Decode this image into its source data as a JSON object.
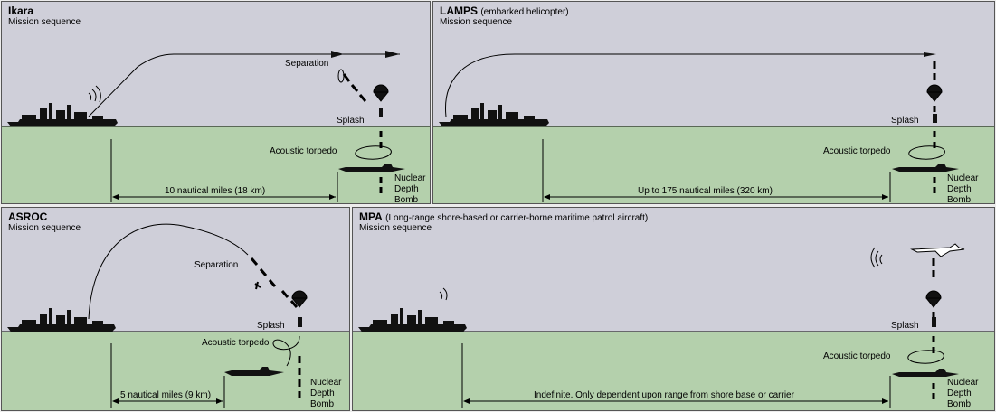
{
  "panels": {
    "ikara": {
      "title": "Ikara",
      "subtitle": "",
      "sequence": "Mission sequence",
      "separation": "Separation",
      "splash": "Splash",
      "torpedo": "Acoustic torpedo",
      "bomb": [
        "Nuclear",
        "Depth",
        "Bomb"
      ],
      "range": "10 nautical miles (18 km)"
    },
    "lamps": {
      "title": "LAMPS",
      "subtitle": "(embarked helicopter)",
      "sequence": "Mission sequence",
      "splash": "Splash",
      "torpedo": "Acoustic torpedo",
      "bomb": [
        "Nuclear",
        "Depth",
        "Bomb"
      ],
      "range": "Up to 175 nautical miles (320 km)"
    },
    "asroc": {
      "title": "ASROC",
      "subtitle": "",
      "sequence": "Mission sequence",
      "separation": "Separation",
      "splash": "Splash",
      "torpedo": "Acoustic torpedo",
      "bomb": [
        "Nuclear",
        "Depth",
        "Bomb"
      ],
      "range": "5 nautical miles (9 km)"
    },
    "mpa": {
      "title": "MPA",
      "subtitle": "(Long-range shore-based or carrier-borne maritime patrol aircraft)",
      "sequence": "Mission sequence",
      "splash": "Splash",
      "torpedo": "Acoustic torpedo",
      "bomb": [
        "Nuclear",
        "Depth",
        "Bomb"
      ],
      "range": "Indefinite. Only dependent upon range from shore base or carrier"
    }
  },
  "colors": {
    "sky": "#cfcfd9",
    "sea": "#b4d0ac",
    "silhouette": "#111111"
  }
}
